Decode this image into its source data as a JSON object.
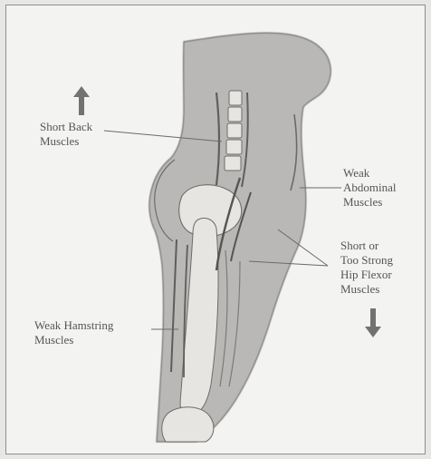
{
  "labels": {
    "short_back": "Short Back\nMuscles",
    "weak_abdominal": "Weak\nAbdominal\nMuscles",
    "hip_flexor": "Short or\nToo Strong\nHip Flexor\nMuscles",
    "weak_hamstring": "Weak Hamstring\nMuscles"
  },
  "icons": {
    "up_arrow": "up-arrow-icon",
    "down_arrow": "down-arrow-icon"
  },
  "colors": {
    "body_fill": "#b9b8b6",
    "outline": "#6c6c69",
    "bone_fill": "#e6e5e2",
    "text": "#555553",
    "background": "#f3f3f1"
  }
}
